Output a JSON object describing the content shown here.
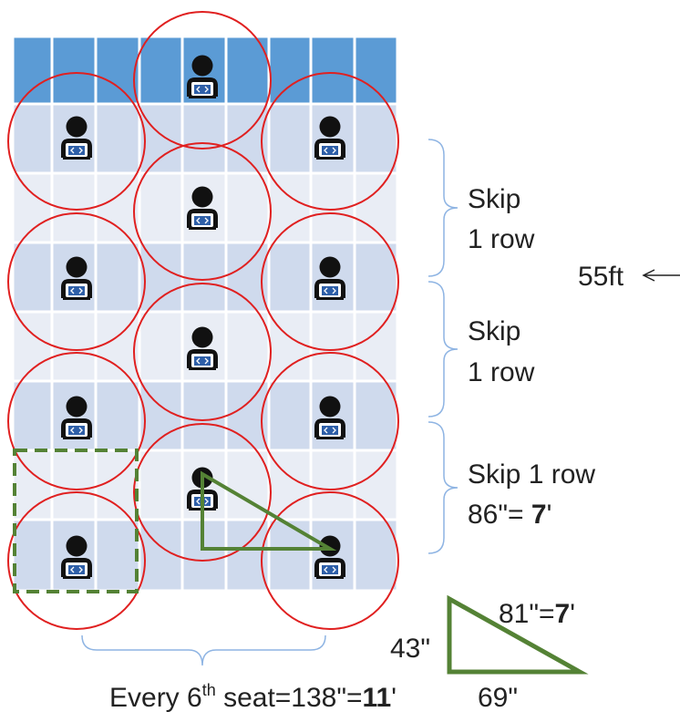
{
  "colors": {
    "front_row": "#5B9BD5",
    "row_a": "#CFDAED",
    "row_b": "#E9EDF5",
    "circle": "#E02020",
    "triangle": "#548235",
    "brace": "#8EB4E3",
    "person": "#111111",
    "laptop_screen": "#2E5FA8"
  },
  "icon": "person-with-laptop-icon",
  "labels": {
    "skip_1_line1": "Skip",
    "skip_1_line2": "1 row",
    "skip_2_line1": "Skip",
    "skip_2_line2": "1 row",
    "skip_3_line1": "Skip 1 row",
    "skip_3_value": "86\"= ",
    "skip_3_bold": "7",
    "skip_3_tail": "'",
    "total_length": "55ft",
    "hyp_value": "81\"=",
    "hyp_bold": "7",
    "hyp_tail": "'",
    "vertical_leg": "43\"",
    "horizontal_leg": "69\"",
    "bottom_prefix": "Every 6",
    "bottom_sup": "th",
    "bottom_mid": " seat=138\"=",
    "bottom_bold": "11",
    "bottom_tail": "'"
  }
}
